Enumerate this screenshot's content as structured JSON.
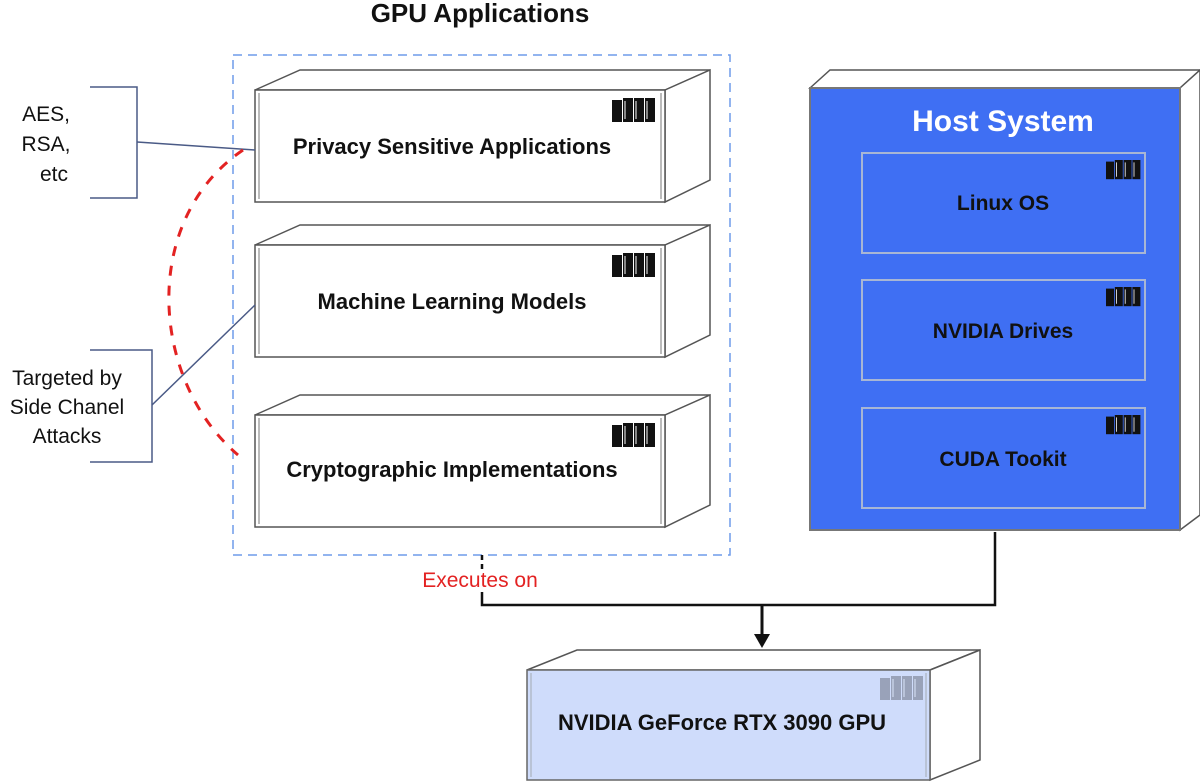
{
  "title": "GPU Applications",
  "applications": [
    {
      "label": "Privacy Sensitive Applications"
    },
    {
      "label": "Machine Learning Models"
    },
    {
      "label": "Cryptographic Implementations"
    }
  ],
  "notes": {
    "algorithms": [
      "AES,",
      "RSA,",
      "etc"
    ],
    "attacks": [
      "Targeted by",
      "Side Chanel",
      "Attacks"
    ]
  },
  "host": {
    "title": "Host System",
    "components": [
      {
        "label": "Linux OS"
      },
      {
        "label": "NVIDIA Drives"
      },
      {
        "label": "CUDA Tookit"
      }
    ]
  },
  "gpu": {
    "label": "NVIDIA GeForce RTX 3090 GPU"
  },
  "edge_label": "Executes on",
  "colors": {
    "host_fill": "#3f6ff3",
    "host_inner_border": "#9fb0d0",
    "gpu_fill": "#cfdcfb",
    "dashed_group": "#6f9bea",
    "attack_curve": "#e32222",
    "edge_label": "#e32222"
  },
  "icons": [
    "server-rack-icon"
  ]
}
